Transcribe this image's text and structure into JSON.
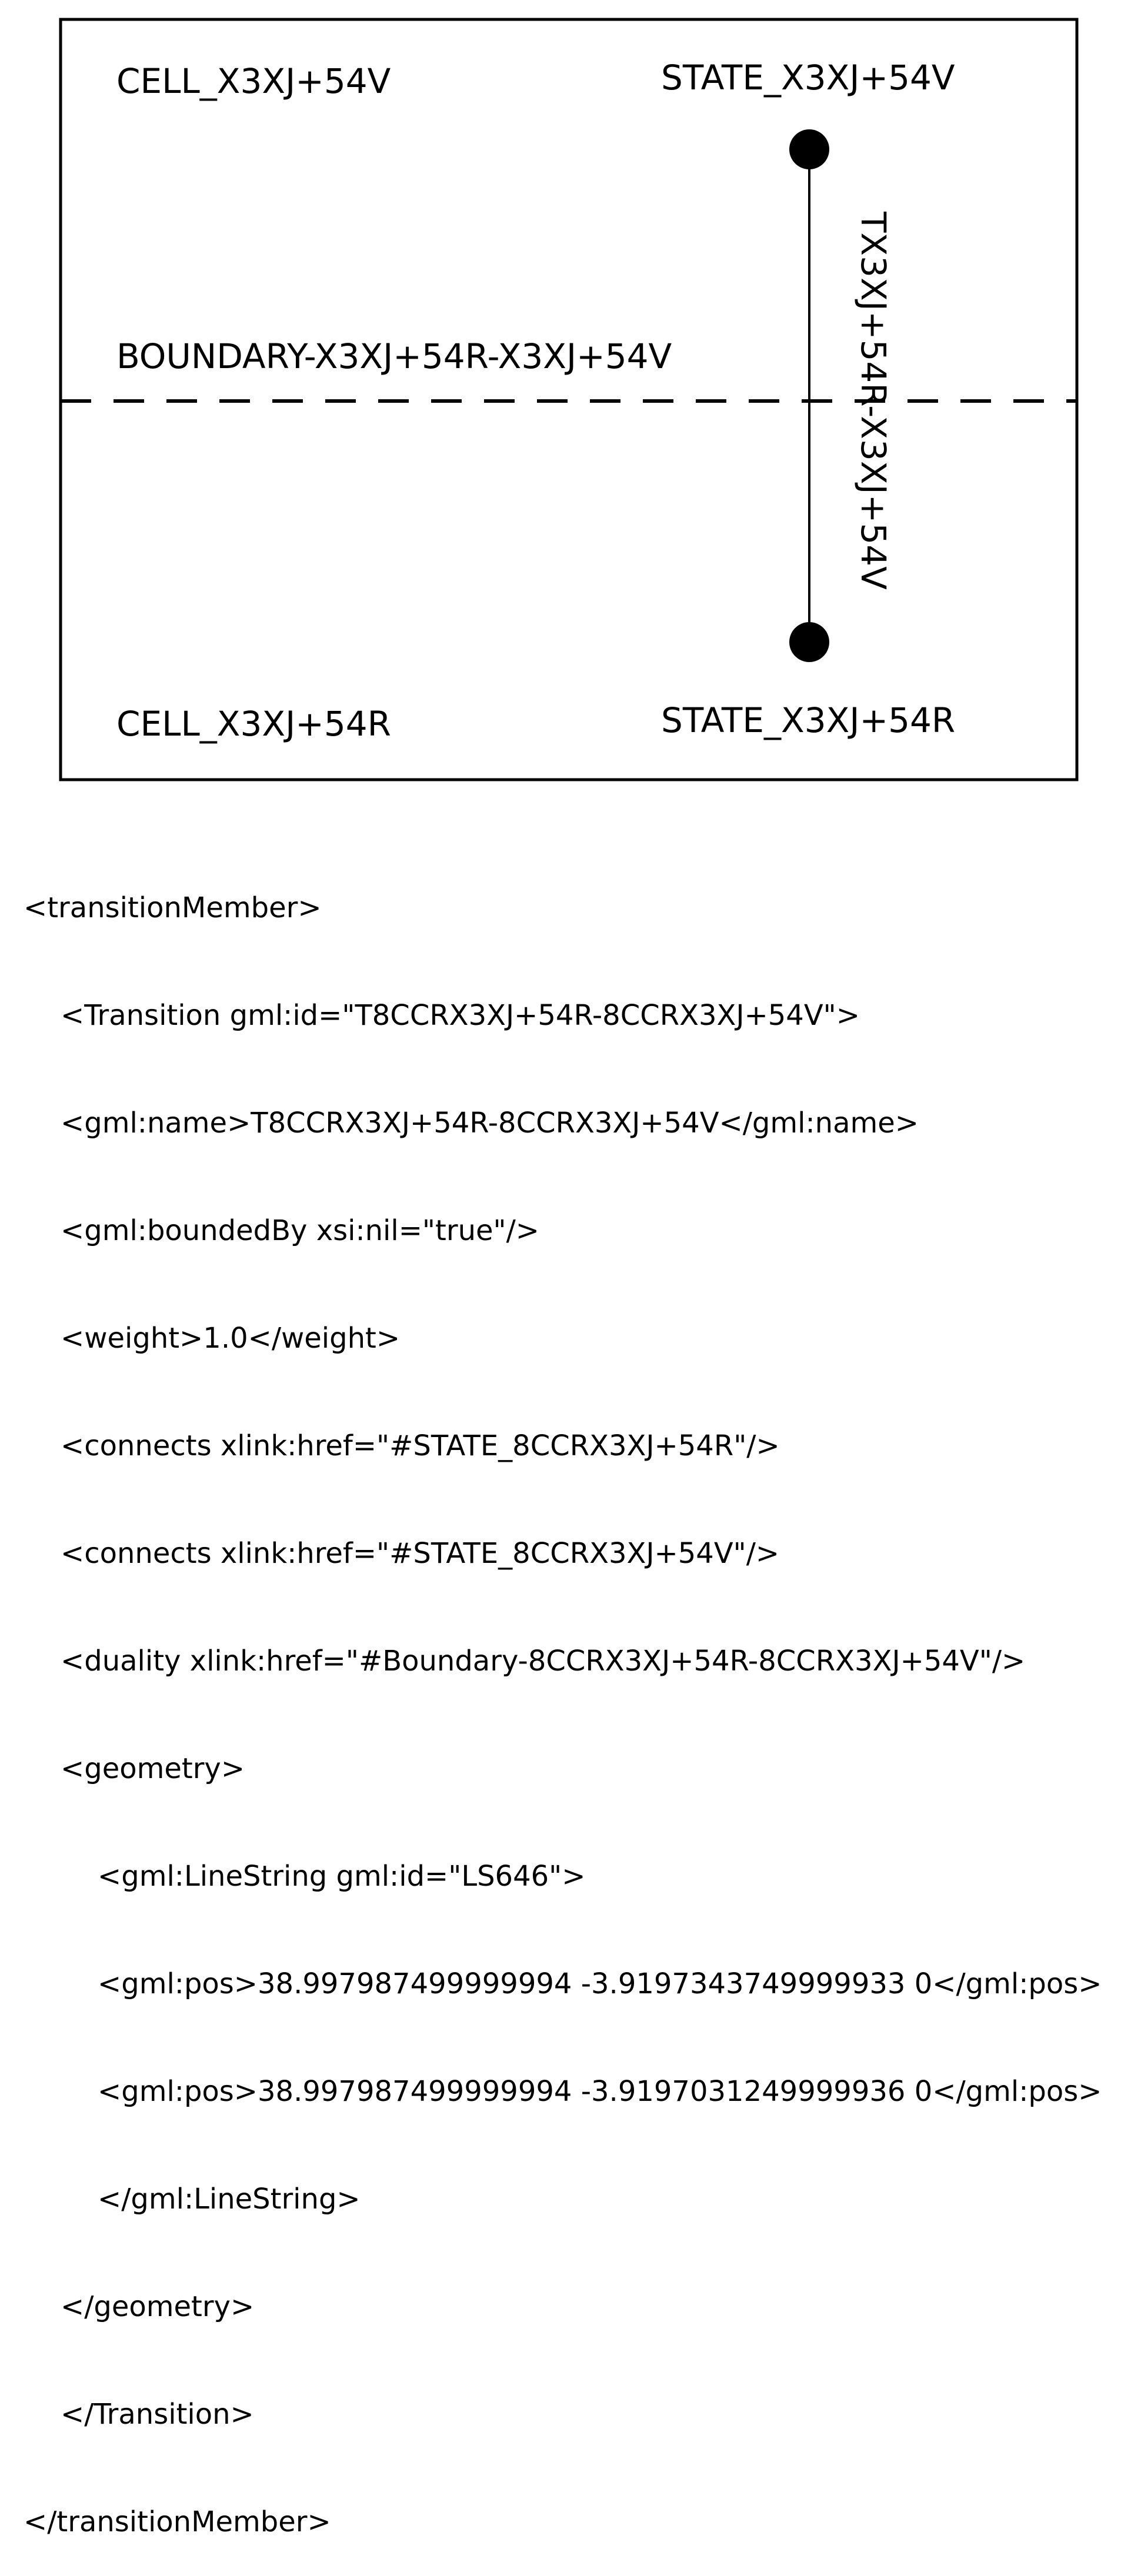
{
  "diagram": {
    "cell_upper": "CELL_X3XJ+54V",
    "cell_lower": "CELL_X3XJ+54R",
    "state_upper": "STATE_X3XJ+54V",
    "state_lower": "STATE_X3XJ+54R",
    "boundary": "BOUNDARY-X3XJ+54R-X3XJ+54V",
    "transition": "TX3XJ+54R-X3XJ+54V"
  },
  "xml": {
    "lines": [
      "<transitionMember>",
      "<Transition gml:id=\"T8CCRX3XJ+54R-8CCRX3XJ+54V\">",
      "<gml:name>T8CCRX3XJ+54R-8CCRX3XJ+54V</gml:name>",
      "<gml:boundedBy xsi:nil=\"true\"/>",
      "<weight>1.0</weight>",
      "<connects xlink:href=\"#STATE_8CCRX3XJ+54R\"/>",
      "<connects xlink:href=\"#STATE_8CCRX3XJ+54V\"/>",
      "<duality xlink:href=\"#Boundary-8CCRX3XJ+54R-8CCRX3XJ+54V\"/>",
      "<geometry>",
      "<gml:LineString gml:id=\"LS646\">",
      "<gml:pos>38.997987499999994 -3.9197343749999933 0</gml:pos>",
      "<gml:pos>38.997987499999994 -3.9197031249999936 0</gml:pos>",
      "</gml:LineString>",
      "</geometry>",
      "</Transition>",
      "</transitionMember>"
    ]
  }
}
